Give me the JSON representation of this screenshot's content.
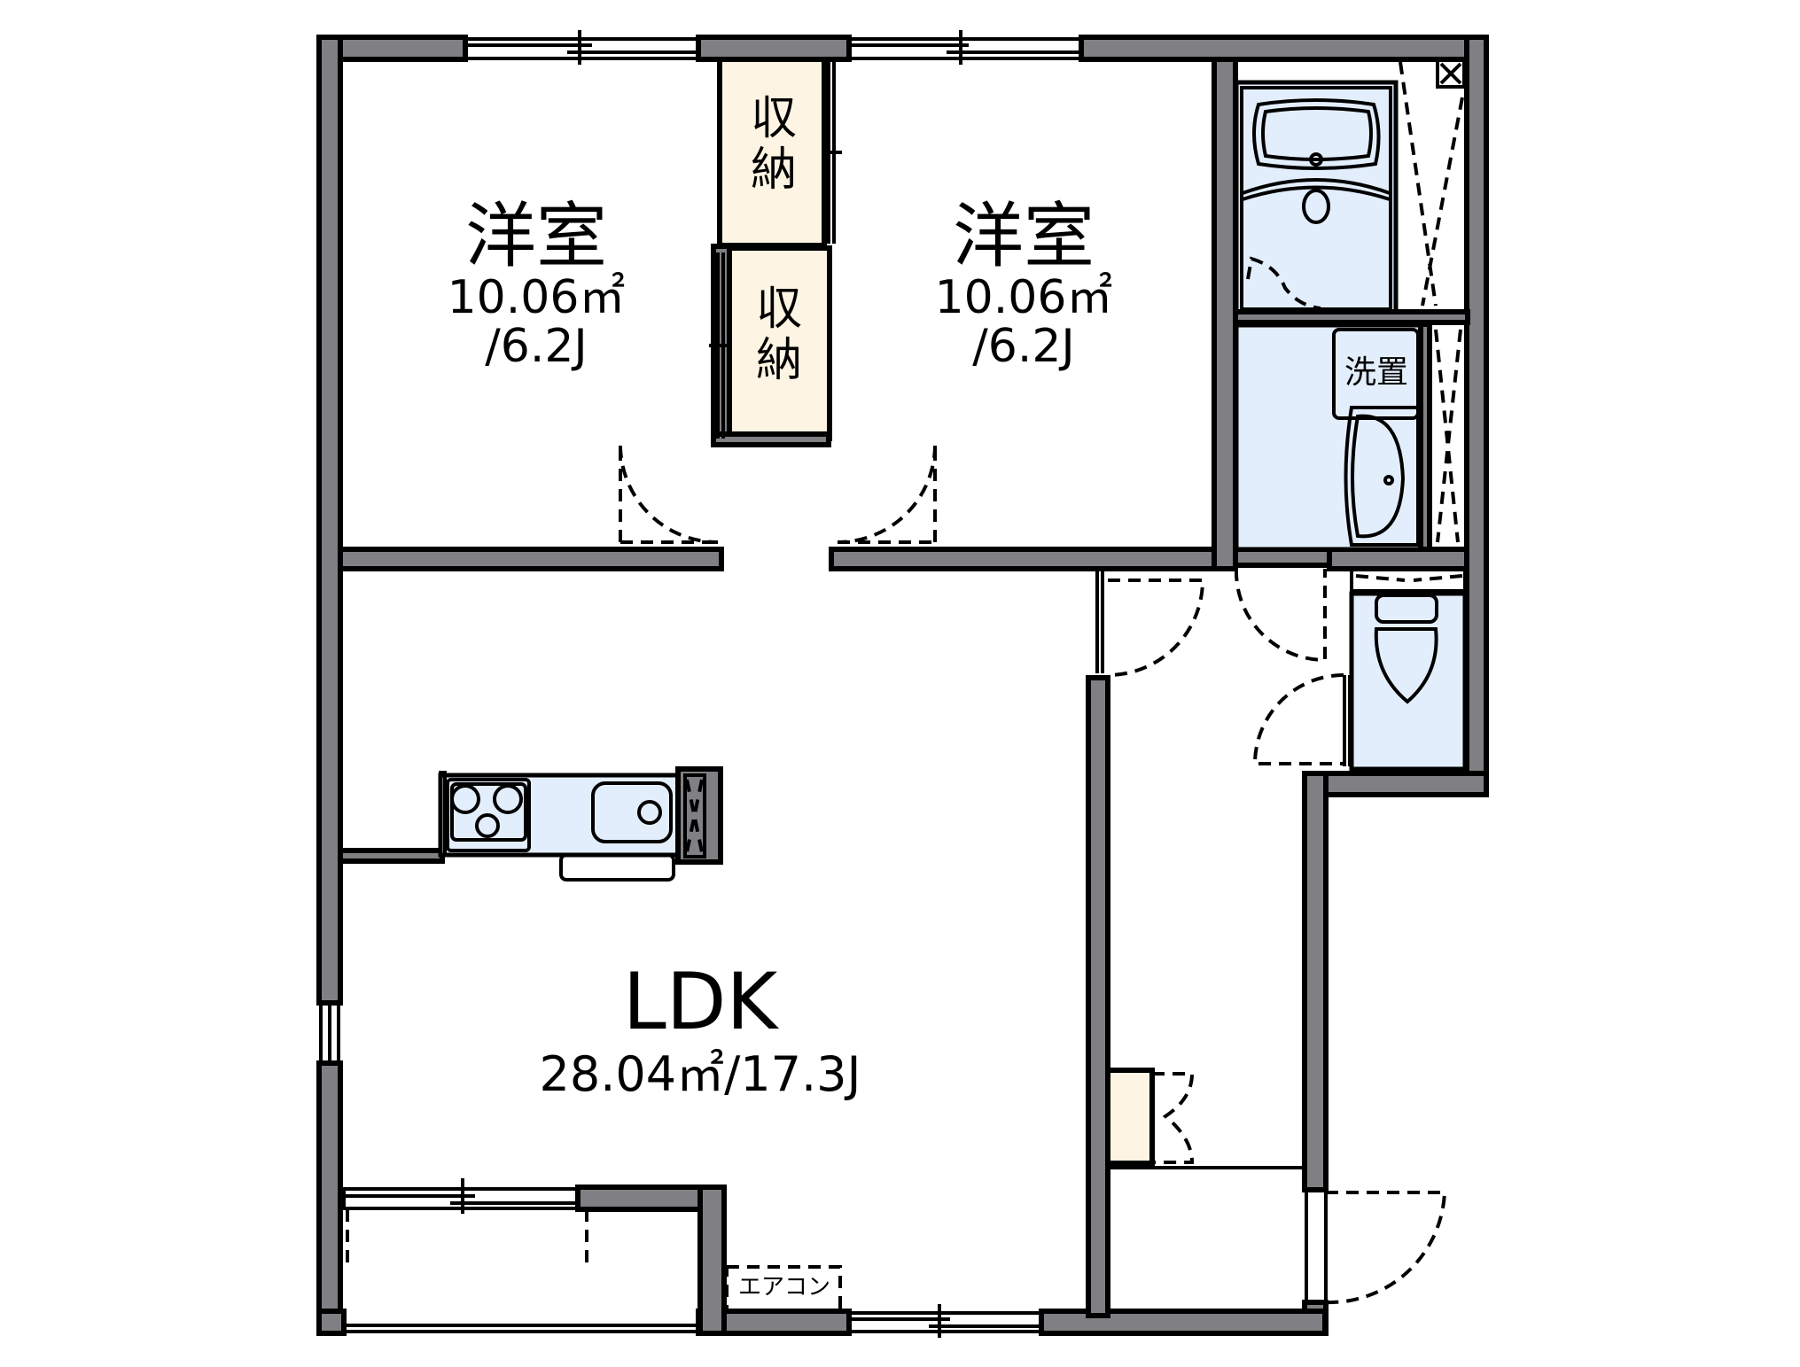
{
  "floorplan": {
    "rooms": [
      {
        "id": "western-room-1",
        "name": "洋室",
        "area": "10.06㎡",
        "tatami": "/6.2J"
      },
      {
        "id": "western-room-2",
        "name": "洋室",
        "area": "10.06㎡",
        "tatami": "/6.2J"
      },
      {
        "id": "ldk",
        "name": "LDK",
        "area_tatami": "28.04㎡/17.3J"
      }
    ],
    "storage": [
      {
        "id": "closet-1",
        "label": "収納"
      },
      {
        "id": "closet-2",
        "label": "収納"
      }
    ],
    "fixtures": {
      "washer_space": "洗置",
      "air_conditioner": "エアコン"
    },
    "colors": {
      "wall": "#808084",
      "wet_area": "#e3eefc",
      "storage": "#fdf4e3",
      "line": "#000000"
    }
  }
}
